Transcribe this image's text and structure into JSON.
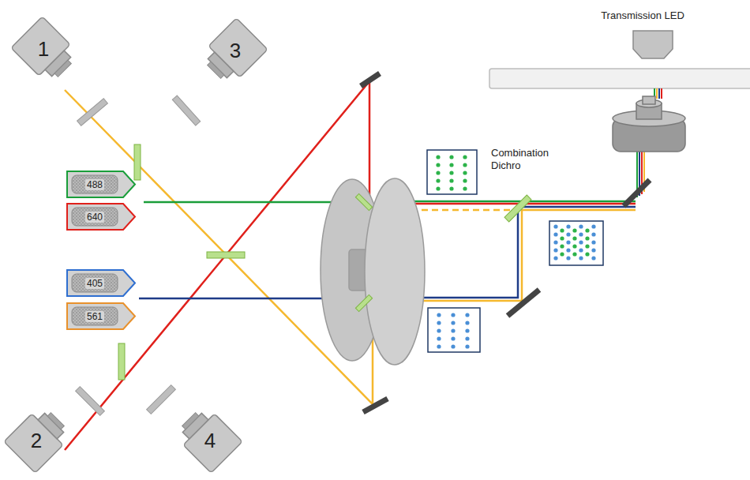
{
  "diagram": {
    "nodes": [
      {
        "text": [
          "1"
        ]
      },
      {
        "text": [
          "3"
        ]
      },
      {
        "text": [
          "488"
        ]
      },
      {
        "text": [
          "640"
        ]
      },
      {
        "text": [
          "405"
        ]
      },
      {
        "text": [
          "561"
        ]
      },
      {
        "text": [
          "2"
        ]
      },
      {
        "text": [
          "4"
        ]
      },
      {
        "text": [
          "Transmission LED"
        ]
      }
    ],
    "labels": [
      "Combination Dichro"
    ]
  }
}
